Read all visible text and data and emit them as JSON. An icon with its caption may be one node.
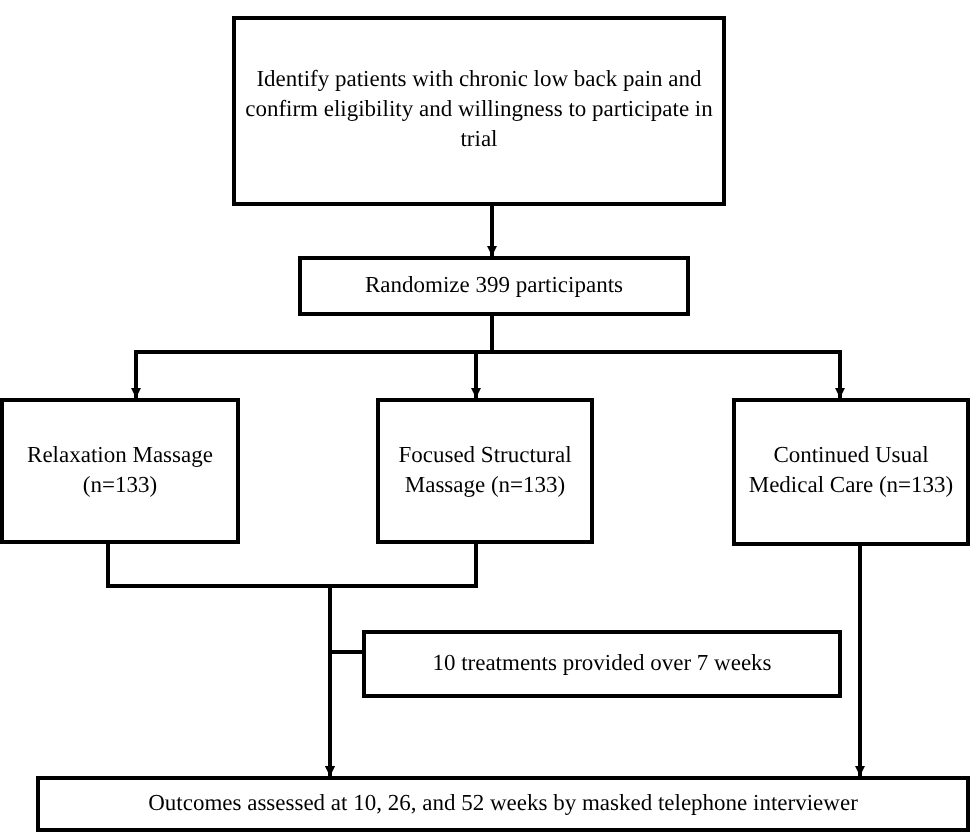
{
  "diagram": {
    "nodes": [
      {
        "text": [
          "Identify patients with chronic low back pain and confirm eligibility and willingness to participate in trial"
        ]
      },
      {
        "text": [
          "Randomize 399 participants"
        ]
      },
      {
        "text": [
          "Relaxation Massage (n=133)"
        ]
      },
      {
        "text": [
          "Focused Structural Massage (n=133)"
        ]
      },
      {
        "text": [
          "Continued Usual Medical Care (n=133)"
        ]
      },
      {
        "text": [
          "10 treatments provided over 7 weeks"
        ]
      },
      {
        "text": [
          "Outcomes assessed at 10, 26, and 52 weeks by masked telephone interviewer"
        ]
      }
    ],
    "edges": [
      {
        "from": 0,
        "to": 1,
        "arrow": "to"
      },
      {
        "from": 1,
        "to": 2,
        "arrow": "to"
      },
      {
        "from": 1,
        "to": 3,
        "arrow": "to"
      },
      {
        "from": 1,
        "to": 4,
        "arrow": "to"
      },
      {
        "from": 2,
        "to": 6,
        "arrow": "to"
      },
      {
        "from": 3,
        "to": 6,
        "arrow": "to"
      },
      {
        "from": 4,
        "to": 6,
        "arrow": "to"
      },
      {
        "from": 5,
        "to": 6,
        "arrow": "none"
      }
    ]
  }
}
